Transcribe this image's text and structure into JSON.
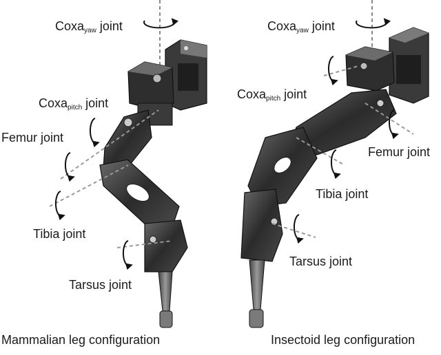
{
  "left": {
    "coxa_yaw": {
      "base": "Coxa",
      "sub": "yaw",
      "suffix": " joint"
    },
    "coxa_pitch": {
      "base": "Coxa",
      "sub": "pitch",
      "suffix": " joint"
    },
    "femur": "Femur joint",
    "tibia": "Tibia joint",
    "tarsus": "Tarsus joint",
    "caption": "Mammalian leg configuration"
  },
  "right": {
    "coxa_yaw": {
      "base": "Coxa",
      "sub": "yaw",
      "suffix": " joint"
    },
    "coxa_pitch": {
      "base": "Coxa",
      "sub": "pitch",
      "suffix": " joint"
    },
    "femur": "Femur joint",
    "tibia": "Tibia joint",
    "tarsus": "Tarsus joint",
    "caption": "Insectoid leg configuration"
  }
}
